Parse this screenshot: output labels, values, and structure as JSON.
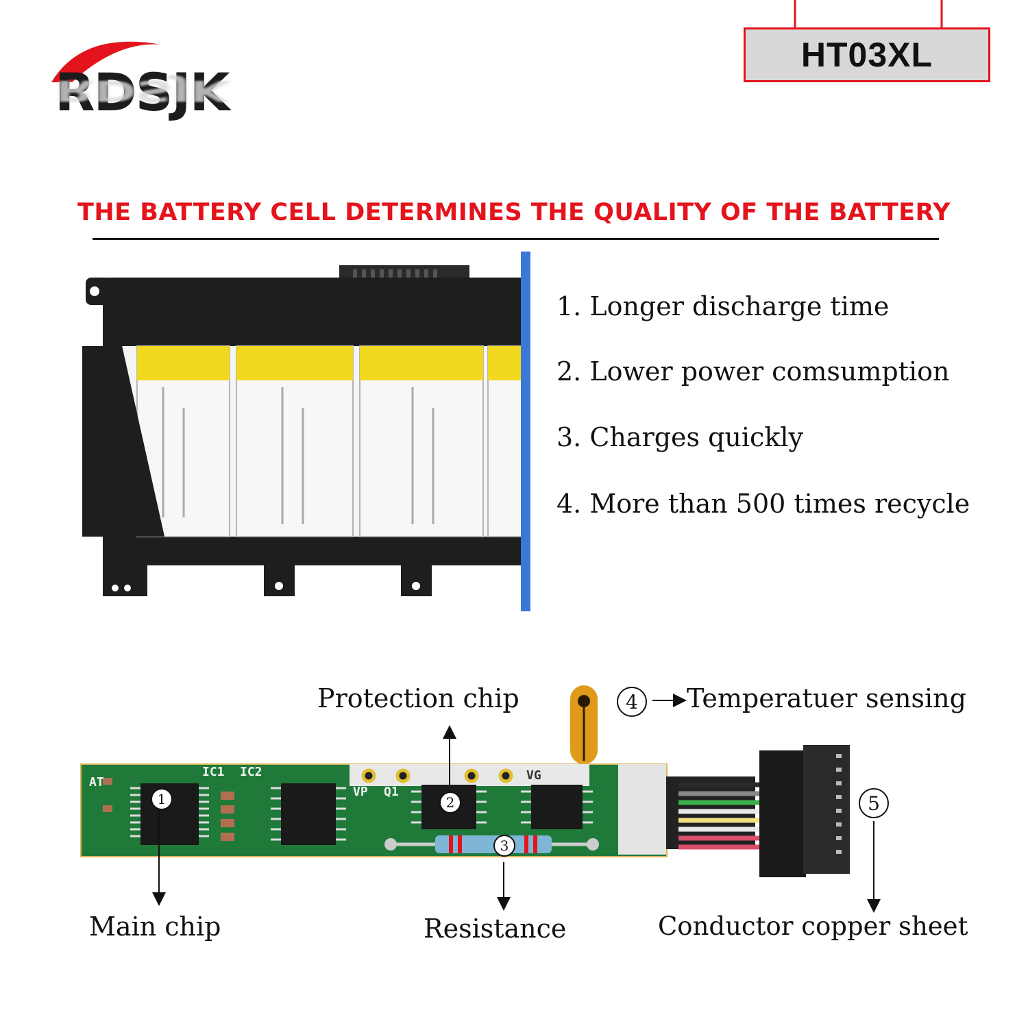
{
  "brand": {
    "name": "RDSJK"
  },
  "model": {
    "label": "HT03XL"
  },
  "headline": "THE BATTERY CELL DETERMINES THE QUALITY OF THE BATTERY",
  "features": [
    "1. Longer discharge time",
    "2. Lower power comsumption",
    "3. Charges quickly",
    "4. More than 500 times recycle"
  ],
  "pcb": {
    "callouts": {
      "protection_chip": "Protection chip",
      "temperature_sensing": "Temperatuer sensing",
      "main_chip": "Main chip",
      "resistance": "Resistance",
      "conductor": "Conductor copper sheet"
    },
    "markers": [
      "1",
      "2",
      "3",
      "4",
      "5"
    ],
    "board_labels": {
      "ic1": "IC1",
      "ic2": "IC2",
      "vp": "VP",
      "q1": "Q1",
      "at": "AT",
      "vg": "VG"
    }
  },
  "colors": {
    "accent": "#e4141c",
    "pcb_green": "#1f7a3a",
    "cell_yellow": "#f4e13a",
    "frame_blue": "#3a78d8"
  }
}
